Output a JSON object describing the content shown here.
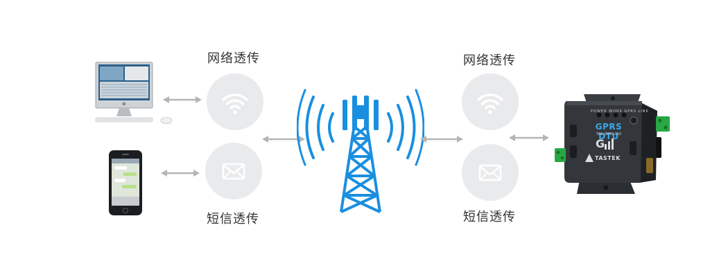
{
  "left_group": {
    "network_label": "网络透传",
    "sms_label": "短信透传"
  },
  "right_group": {
    "network_label": "网络透传",
    "sms_label": "短信透传"
  },
  "device": {
    "title": "GPRS DTU",
    "model": "TAS-GPRS-350",
    "brand": "TASTEK",
    "indicators": [
      "POWER",
      "WORK",
      "GPRS",
      "LINK"
    ]
  },
  "icons": {
    "computer": "desktop-computer-icon",
    "phone": "smartphone-icon",
    "wifi": "wifi-icon",
    "mail": "envelope-icon",
    "tower": "cell-tower-icon"
  },
  "colors": {
    "tower": "#1a8fe0",
    "circle": "#e9eaec",
    "arrow": "#b5b5b5",
    "icon": "#ffffff",
    "device_body": "#2f3338",
    "device_accent": "#3aa8e8"
  }
}
